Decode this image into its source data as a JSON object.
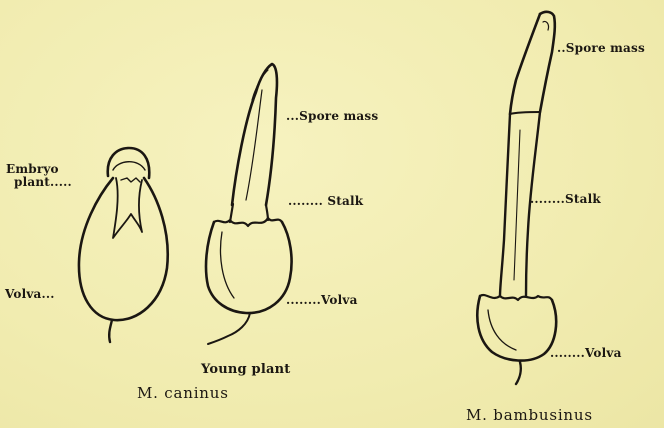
{
  "labels": {
    "embryo_line1": "Embryo",
    "embryo_line2": "plant.....",
    "volva_left": "Volva...",
    "spore_mass_young": "...Spore mass",
    "stalk_young": "........ Stalk",
    "volva_young": "........Volva",
    "spore_mass_bamb": "..Spore mass",
    "stalk_bamb": "........Stalk",
    "volva_bamb": "........Volva"
  },
  "captions": {
    "young_plant": "Young plant",
    "caninus": "M. caninus",
    "bambusinus": "M. bambusinus"
  },
  "colors": {
    "paper": "#f3efb6",
    "ink": "#1b1712"
  }
}
